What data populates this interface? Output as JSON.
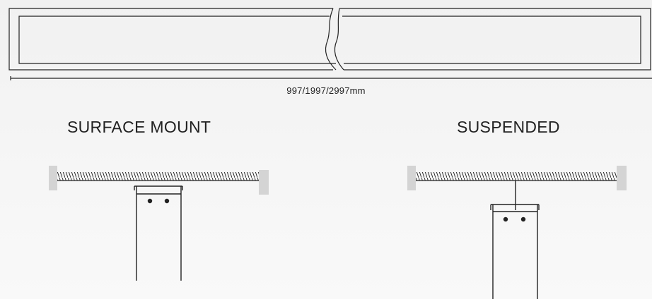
{
  "dimension_label": "997/1997/2997mm",
  "mount_options": [
    {
      "title": "SURFACE MOUNT"
    },
    {
      "title": "SUSPENDED"
    }
  ]
}
